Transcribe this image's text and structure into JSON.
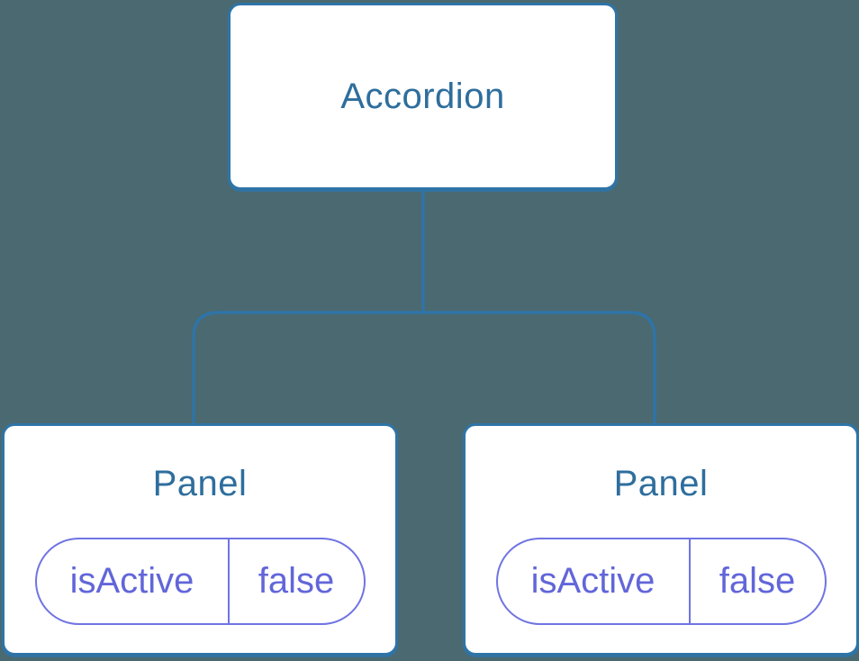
{
  "diagram": {
    "type": "component-tree",
    "root": {
      "label": "Accordion"
    },
    "children": [
      {
        "label": "Panel",
        "state": {
          "key": "isActive",
          "value": "false"
        }
      },
      {
        "label": "Panel",
        "state": {
          "key": "isActive",
          "value": "false"
        }
      }
    ]
  },
  "colors": {
    "background": "#4B6971",
    "line": "#2E74A7",
    "node_fill": "#FFFFFF",
    "node_text": "#2E6E9D",
    "state_border": "#7074E2",
    "state_text": "#6266D9"
  }
}
